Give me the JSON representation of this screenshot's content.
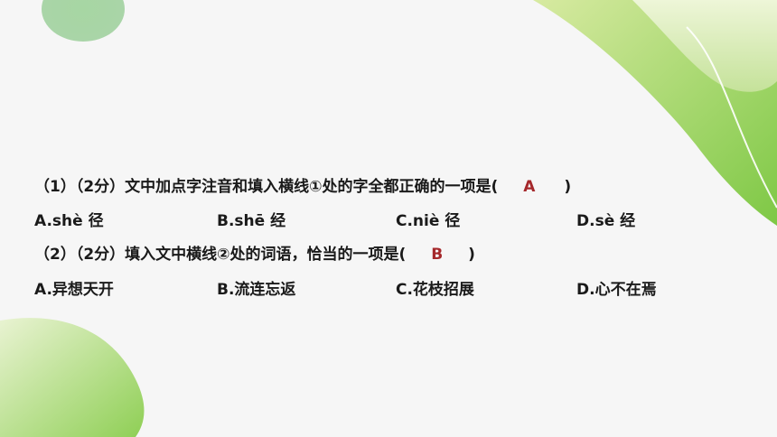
{
  "q1": {
    "stem_before": "（1）（2分）文中加点字注音和填入横线①处的字全都正确的一项是(",
    "answer": "A",
    "stem_after": ")",
    "options": [
      "A.shè  径",
      "B.shē  经",
      "C.niè  径",
      "D.sè  经"
    ]
  },
  "q2": {
    "stem_before": "（2）（2分）填入文中横线②处的词语，恰当的一项是(",
    "answer": "B",
    "stem_after": ")",
    "options": [
      "A.异想天开",
      "B.流连忘返",
      "C.花枝招展",
      "D.心不在焉"
    ]
  },
  "colors": {
    "background": "#f6f6f6",
    "answer": "#a5282b",
    "leaf_light": "#cfe6a3",
    "leaf_mid": "#9fd268",
    "leaf_dark": "#6cc06a"
  }
}
